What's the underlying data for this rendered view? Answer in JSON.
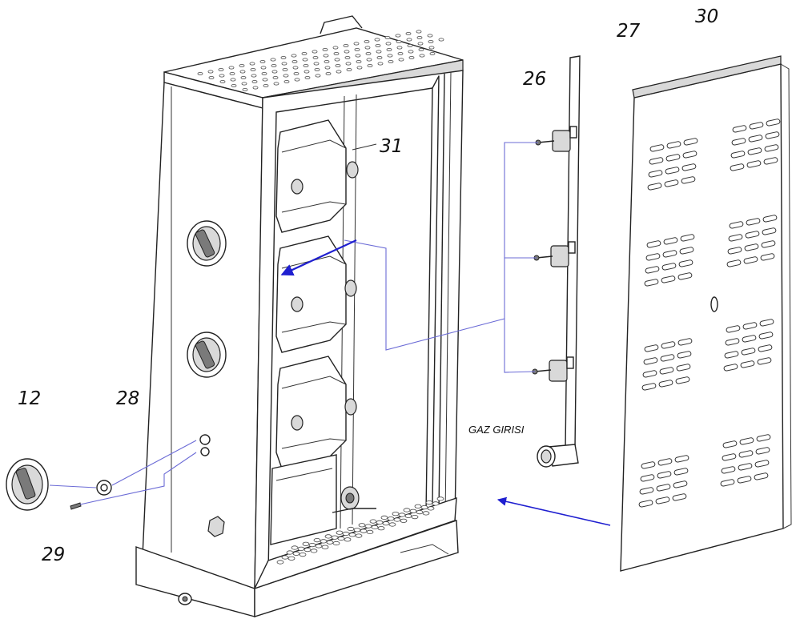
{
  "callouts": {
    "c12": "12",
    "c26": "26",
    "c27": "27",
    "c28": "28",
    "c29": "29",
    "c30": "30",
    "c31": "31"
  },
  "gas_inlet_label": "GAZ GIRISI",
  "colors": {
    "line": "#222222",
    "assembly_arrow": "#1f1fd0",
    "guide_line": "#6b6bd6"
  }
}
